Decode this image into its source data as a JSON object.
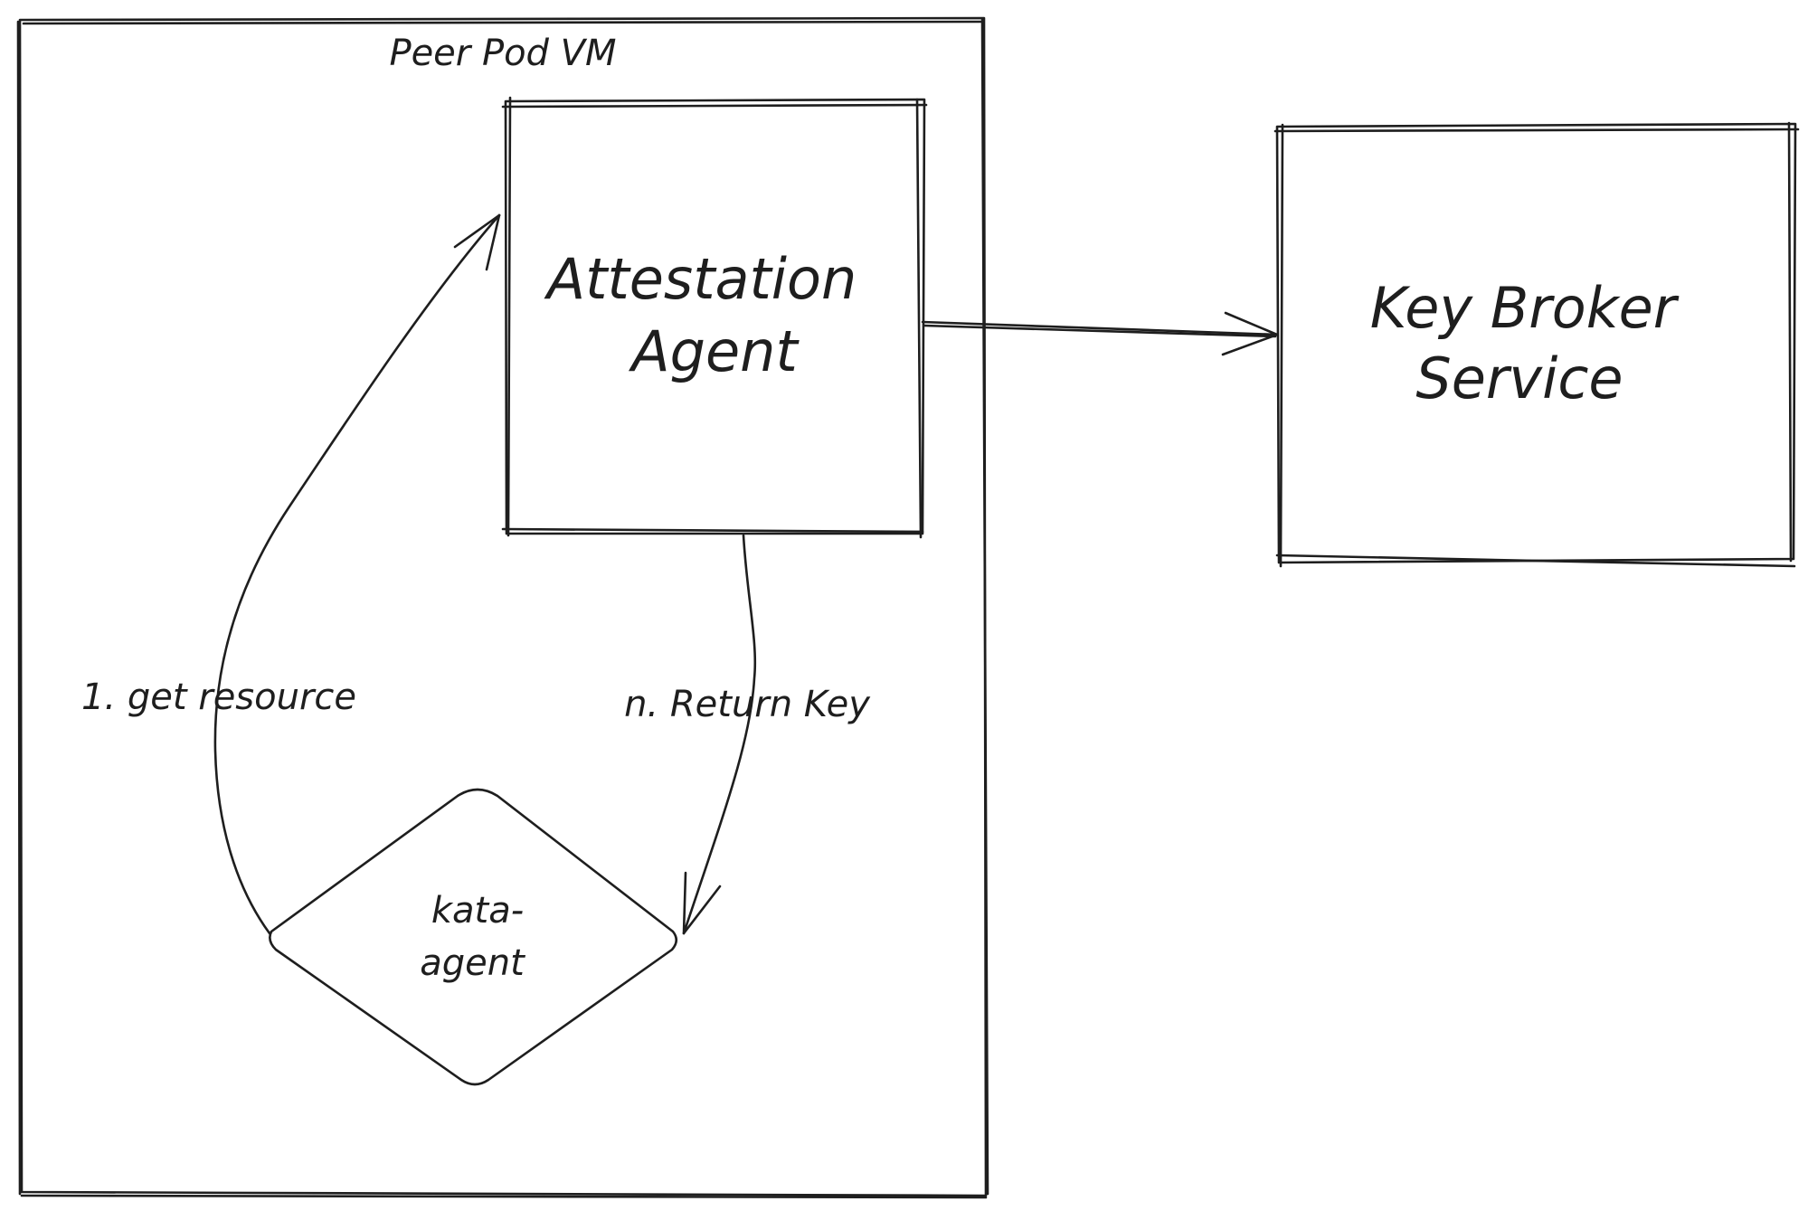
{
  "nodes": {
    "peer_pod_vm": {
      "label": "Peer Pod VM"
    },
    "attestation_agent": {
      "line1": "Attestation",
      "line2": "Agent"
    },
    "key_broker_service": {
      "line1": "Key Broker",
      "line2": "Service"
    },
    "kata_agent": {
      "line1": "kata-",
      "line2": "agent"
    }
  },
  "edges": {
    "get_resource": {
      "label": "1. get resource"
    },
    "return_key": {
      "label": "n. Return Key"
    },
    "to_kbs": {
      "label": ""
    }
  },
  "colors": {
    "stroke": "#1e1e1e",
    "background": "#ffffff"
  }
}
